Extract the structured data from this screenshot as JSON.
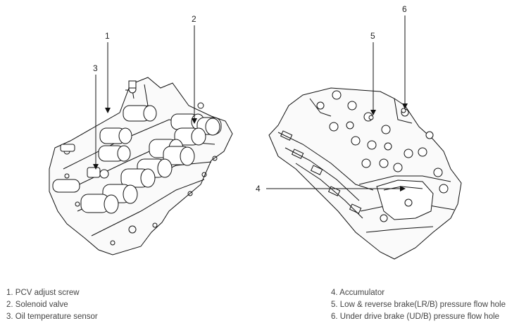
{
  "callouts": {
    "c1": "1",
    "c2": "2",
    "c3": "3",
    "c4": "4",
    "c5": "5",
    "c6": "6"
  },
  "legend": {
    "left": [
      "1. PCV adjust screw",
      "2. Solenoid valve",
      "3. Oil temperature sensor"
    ],
    "right": [
      "4. Accumulator",
      "5. Low & reverse brake(LR/B) pressure flow hole",
      "6. Under drive brake (UD/B) pressure flow hole"
    ]
  }
}
